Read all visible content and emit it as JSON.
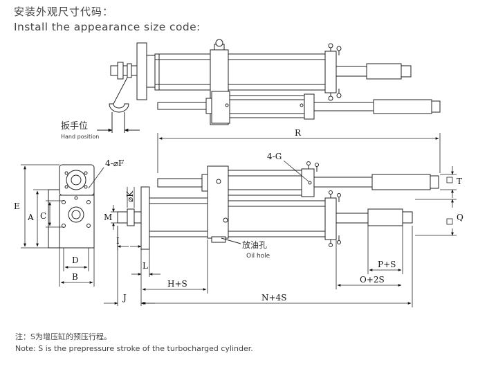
{
  "header": {
    "title_cn": "安装外观尺寸代码：",
    "title_en": "Install the appearance size code:"
  },
  "labels": {
    "hand_position_cn": "扳手位",
    "hand_position_en": "Hand position",
    "oil_hole_cn": "放油孔",
    "oil_hole_en": "Oil hole",
    "r": "R",
    "four_g": "4-G",
    "t": "T",
    "q": "Q",
    "four_phi_f": "4-⌀F",
    "phi_k": "⌀K",
    "m": "M",
    "i": "I",
    "e": "E",
    "a": "A",
    "c": "C",
    "d": "D",
    "b": "B",
    "l": "L",
    "j": "J",
    "h_s": "H+S",
    "n_4s": "N+4S",
    "p_s": "P+S",
    "o_2s": "O+2S"
  },
  "note": {
    "cn": "注：S为增压缸的预压行程。",
    "en": "Note: S is the prepressure stroke of the turbocharged cylinder."
  }
}
